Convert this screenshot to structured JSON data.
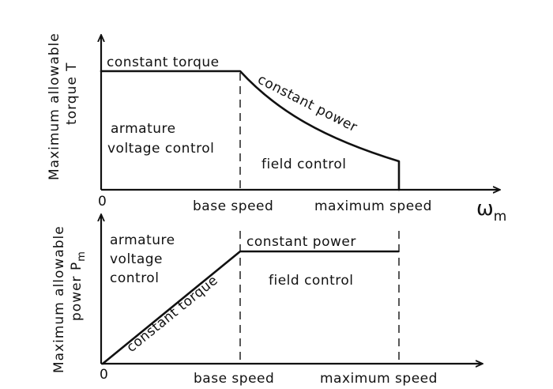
{
  "top": {
    "y_axis_label_line1": "Maximum allowable",
    "y_axis_label_line2": "torque T",
    "origin": "0",
    "curve_label_constant_torque": "constant torque",
    "curve_label_constant_power": "constant power",
    "region_left_line1": "armature",
    "region_left_line2": "voltage control",
    "region_right": "field control",
    "x_tick_base": "base speed",
    "x_tick_max": "maximum speed",
    "x_axis_symbol": "ω",
    "x_axis_subscript": "m"
  },
  "bottom": {
    "y_axis_label_line1": "Maximum allowable",
    "y_axis_label_line2": "power P",
    "y_axis_subscript": "m",
    "origin": "0",
    "region_left_line1": "armature",
    "region_left_line2": "voltage",
    "region_left_line3": "control",
    "curve_label_constant_power": "constant power",
    "curve_label_constant_torque": "constant torque",
    "region_right": "field control",
    "x_tick_base": "base speed",
    "x_tick_max": "maximum speed"
  }
}
